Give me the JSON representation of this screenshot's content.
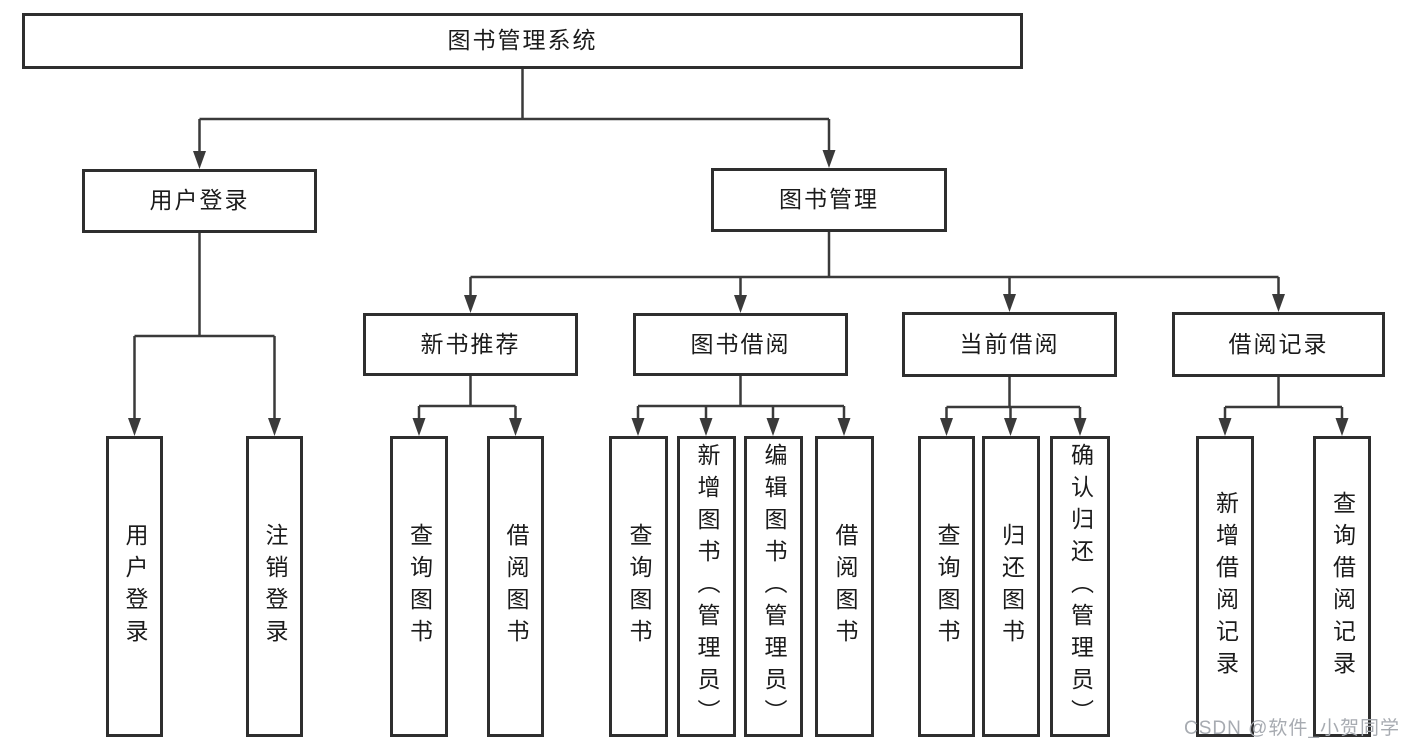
{
  "diagram": {
    "tree": {
      "label": "图书管理系统",
      "children": [
        {
          "label": "用户登录",
          "children": [
            {
              "label": "用户登录"
            },
            {
              "label": "注销登录"
            }
          ]
        },
        {
          "label": "图书管理",
          "children": [
            {
              "label": "新书推荐",
              "children": [
                {
                  "label": "查询图书"
                },
                {
                  "label": "借阅图书"
                }
              ]
            },
            {
              "label": "图书借阅",
              "children": [
                {
                  "label": "查询图书"
                },
                {
                  "label": "新增图书（管理员）"
                },
                {
                  "label": "编辑图书（管理员）"
                },
                {
                  "label": "借阅图书"
                }
              ]
            },
            {
              "label": "当前借阅",
              "children": [
                {
                  "label": "查询图书"
                },
                {
                  "label": "归还图书"
                },
                {
                  "label": "确认归还（管理员）"
                }
              ]
            },
            {
              "label": "借阅记录",
              "children": [
                {
                  "label": "新增借阅记录"
                },
                {
                  "label": "查询借阅记录"
                }
              ]
            }
          ]
        }
      ]
    },
    "watermark": "CSDN @软件_小贺同学",
    "colors": {
      "line": "#3a3a3a",
      "box_border": "#2e2e2e",
      "box_fill": "#ffffff",
      "text": "#1b1b1b",
      "watermark": "#a7abb1",
      "background": "#ffffff"
    }
  }
}
